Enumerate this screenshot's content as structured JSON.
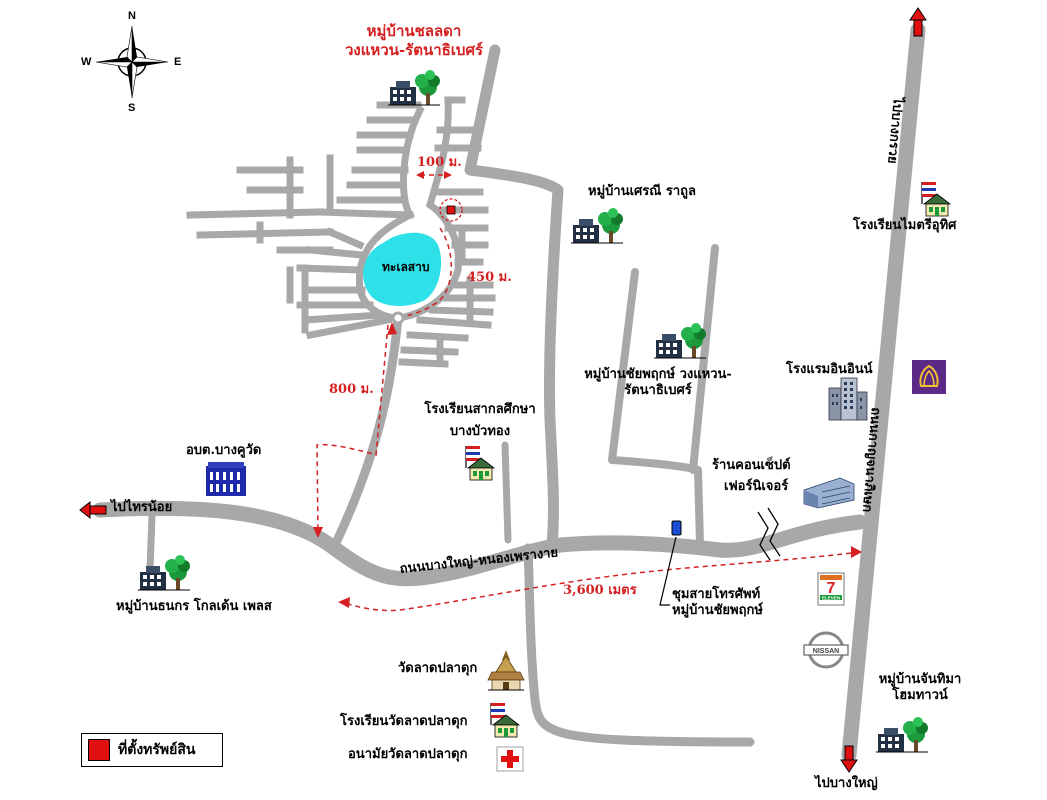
{
  "compass": {
    "n": "N",
    "s": "S",
    "e": "E",
    "w": "W"
  },
  "legend": {
    "label": "ที่ตั้งทรัพย์สิน",
    "color": "#e01010"
  },
  "labels": {
    "village_top_line1": "หมู่บ้านชลลดา",
    "village_top_line2": "วงแหวน-รัตนาธิเบศร์",
    "lake": "ทะเลสาบ",
    "dist_100": "100 ม.",
    "dist_450": "450 ม.",
    "dist_800": "800 ม.",
    "dist_3600": "3,600 เมตร",
    "village_setthi": "หมู่บ้านเศรณี ราถูล",
    "village_chaiyaphruek_line1": "หมู่บ้านชัยพฤกษ์ วงแหวน-",
    "village_chaiyaphruek_line2": "รัตนาธิเบศร์",
    "school_sakon_line1": "โรงเรียนสากลศึกษา",
    "school_sakon_line2": "บางบัวทอง",
    "obt": "อบต.บางคูวัด",
    "to_sainoi": "ไปไทรน้อย",
    "to_bangkruai": "ไปบางกรวย",
    "to_bangyai": "ไปบางใหญ่",
    "road_main": "ถนนบางใหญ่-หนองเพรางาย",
    "road_kanchana": "ถนนกาญจนาภิเษก",
    "school_maitri": "โรงเรียนไมตรีอุทิศ",
    "hotel": "โรงแรมอินอินน์",
    "store_line1": "ร้านคอนเซ็ปต์",
    "store_line2": "เฟอร์นิเจอร์",
    "phone_line1": "ชุมสายโทรศัพท์",
    "phone_line2": "หมู่บ้านชัยพฤกษ์",
    "village_thanakorn": "หมู่บ้านธนกร โกลเด้น เพลส",
    "temple": "วัดลาดปลาดุก",
    "school_temple": "โรงเรียนวัดลาดปลาดุก",
    "clinic": "อนามัยวัดลาดปลาดุก",
    "village_chanthima_line1": "หมู่บ้านจันทิมา",
    "village_chanthima_line2": "โฮมทาวน์",
    "seven_eleven": "7",
    "seven_eleven_sub": "ELEVEN",
    "nissan": "NISSAN"
  },
  "colors": {
    "road": "#a8a8a8",
    "lake": "#2ee0e8",
    "accent_red": "#d42020",
    "bank_purple": "#5b2a86",
    "tree_green": "#1a9a3a",
    "building_dark": "#223044"
  }
}
